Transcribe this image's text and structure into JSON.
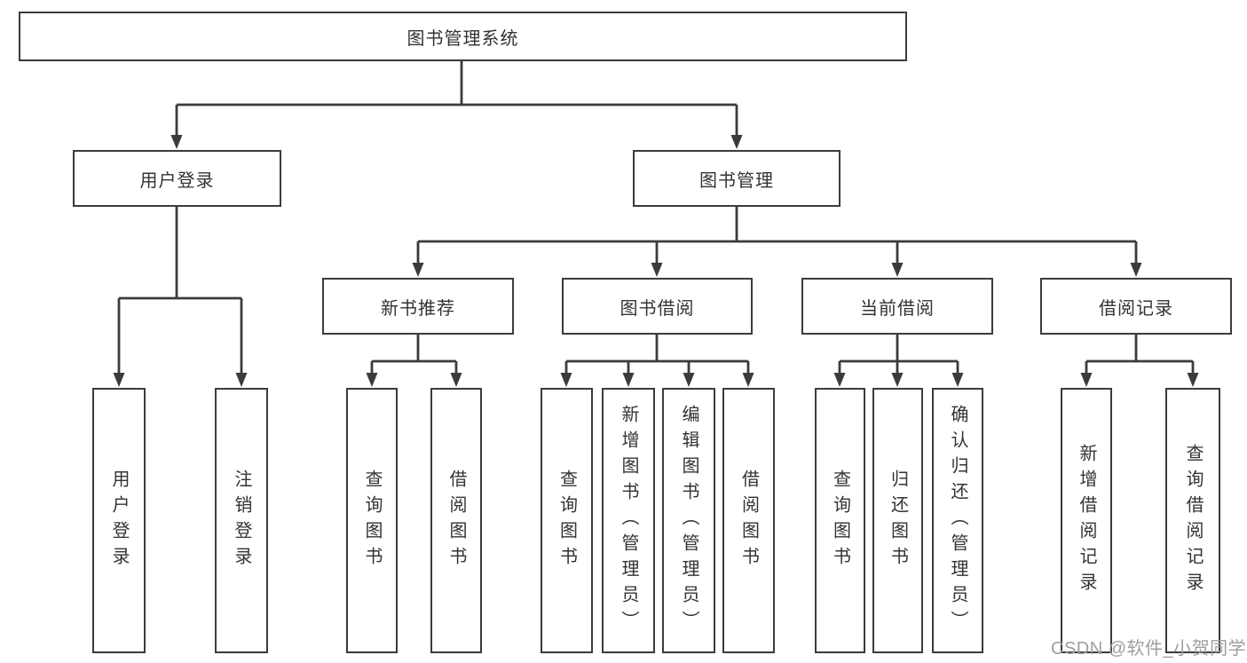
{
  "diagram_title": "图书管理系统",
  "tree": {
    "label": "图书管理系统",
    "children": [
      {
        "label": "用户登录",
        "children": [
          {
            "label": "用户登录"
          },
          {
            "label": "注销登录"
          }
        ]
      },
      {
        "label": "图书管理",
        "children": [
          {
            "label": "新书推荐",
            "children": [
              {
                "label": "查询图书"
              },
              {
                "label": "借阅图书"
              }
            ]
          },
          {
            "label": "图书借阅",
            "children": [
              {
                "label": "查询图书"
              },
              {
                "label": "新增图书（管理员）"
              },
              {
                "label": "编辑图书（管理员）"
              },
              {
                "label": "借阅图书"
              }
            ]
          },
          {
            "label": "当前借阅",
            "children": [
              {
                "label": "查询图书"
              },
              {
                "label": "归还图书"
              },
              {
                "label": "确认归还（管理员）"
              }
            ]
          },
          {
            "label": "借阅记录",
            "children": [
              {
                "label": "新增借阅记录"
              },
              {
                "label": "查询借阅记录"
              }
            ]
          }
        ]
      }
    ]
  },
  "watermark": {
    "text": "CSDN @软件_小贺同学",
    "color": "#9e9e9e"
  },
  "colors": {
    "background": "#ffffff",
    "line": "#3b3b3b",
    "node_border": "#3b3b3b",
    "text": "#333333"
  }
}
